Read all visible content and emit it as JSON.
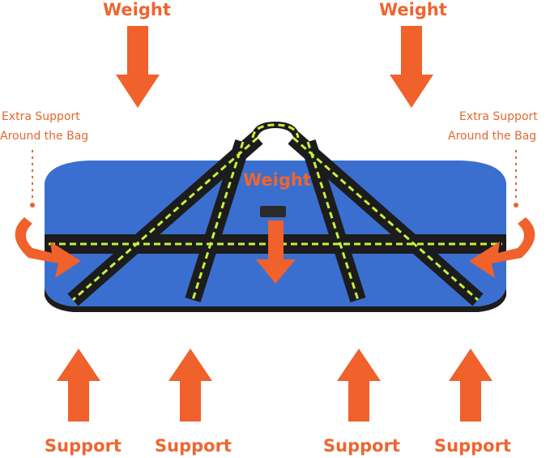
{
  "labels": {
    "weight_left": "Weight",
    "weight_right": "Weight",
    "weight_center": "Weight",
    "extra_left_1": "Extra Support",
    "extra_left_2": "Around the Bag",
    "extra_right_1": "Extra Support",
    "extra_right_2": "Around the Bag",
    "support_1": "Support",
    "support_2": "Support",
    "support_3": "Support",
    "support_4": "Support"
  },
  "colors": {
    "accent": "#f0612b",
    "bag": "#3a6fd0",
    "strap": "#1c1c1c",
    "dash": "#c8f03c"
  }
}
